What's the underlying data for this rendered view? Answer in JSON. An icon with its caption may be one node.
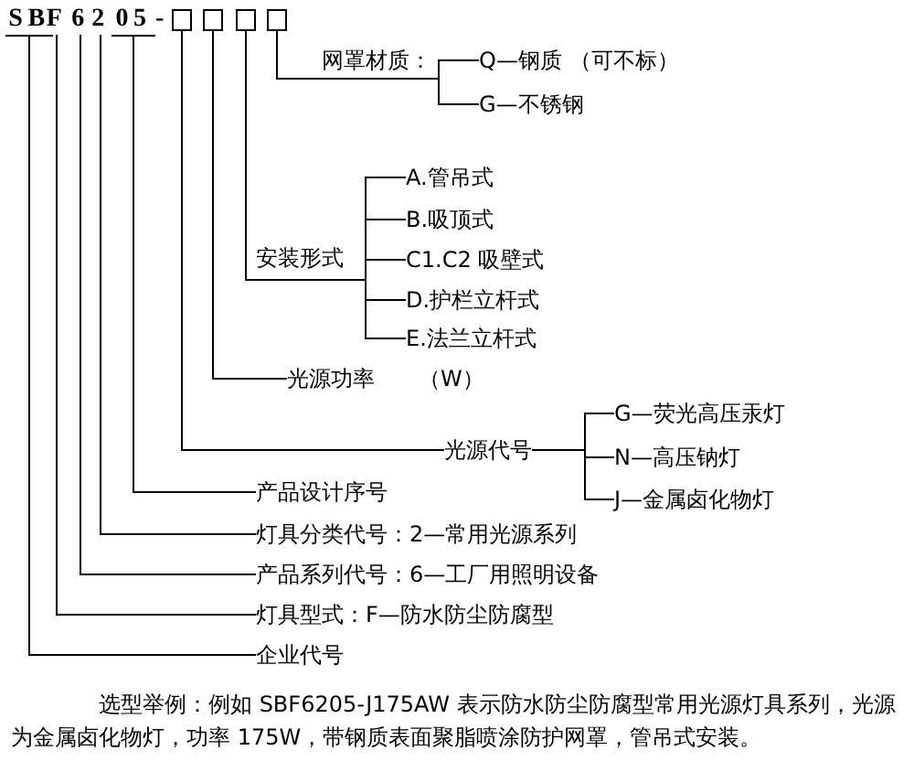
{
  "diagram": {
    "caption": "选型举例：例如 SBF6205-J175AW 表示防水防尘防腐型常用光源灯具系列，光源为金属卤化物灯，功率 175W，带钢质表面聚脂喷涂防护网罩，管吊式安装。",
    "nodes": [
      {
        "text": [
          "SB"
        ]
      },
      {
        "text": [
          "F"
        ]
      },
      {
        "text": [
          "6"
        ]
      },
      {
        "text": [
          "2"
        ]
      },
      {
        "text": [
          "05"
        ]
      },
      {
        "text": [],
        "shape": "box"
      },
      {
        "text": [],
        "shape": "box"
      },
      {
        "text": [],
        "shape": "box"
      },
      {
        "text": [],
        "shape": "box"
      },
      {
        "text": [
          "Q—钢质 （可不标）"
        ]
      },
      {
        "text": [
          "G—不锈钢"
        ]
      },
      {
        "text": [
          "A.管吊式"
        ]
      },
      {
        "text": [
          "B.吸顶式"
        ]
      },
      {
        "text": [
          "C1.C2 吸壁式"
        ]
      },
      {
        "text": [
          "D.护栏立杆式"
        ]
      },
      {
        "text": [
          "E.法兰立杆式"
        ]
      },
      {
        "text": [
          "光源功率",
          "（W）"
        ]
      },
      {
        "text": [
          "光源代号"
        ]
      },
      {
        "text": [
          "G—荧光高压汞灯"
        ]
      },
      {
        "text": [
          "N—高压钠灯"
        ]
      },
      {
        "text": [
          "J—金属卤化物灯"
        ]
      },
      {
        "text": [
          "产品设计序号"
        ]
      },
      {
        "text": [
          "灯具分类代号：2—常用光源系列"
        ]
      },
      {
        "text": [
          "产品系列代号：6—工厂用照明设备"
        ]
      },
      {
        "text": [
          "灯具型式：F—防水防尘防腐型"
        ]
      },
      {
        "text": [
          "企业代号"
        ]
      }
    ],
    "edges": [
      {
        "from": 8,
        "to": 9,
        "arrow": "none"
      },
      {
        "from": 8,
        "to": 10,
        "arrow": "none"
      },
      {
        "from": 7,
        "to": 11,
        "arrow": "none"
      },
      {
        "from": 7,
        "to": 12,
        "arrow": "none"
      },
      {
        "from": 7,
        "to": 13,
        "arrow": "none"
      },
      {
        "from": 7,
        "to": 14,
        "arrow": "none"
      },
      {
        "from": 7,
        "to": 15,
        "arrow": "none"
      },
      {
        "from": 6,
        "to": 16,
        "arrow": "none"
      },
      {
        "from": 5,
        "to": 17,
        "arrow": "none"
      },
      {
        "from": 17,
        "to": 18,
        "arrow": "none"
      },
      {
        "from": 17,
        "to": 19,
        "arrow": "none"
      },
      {
        "from": 17,
        "to": 20,
        "arrow": "none"
      },
      {
        "from": 4,
        "to": 21,
        "arrow": "none"
      },
      {
        "from": 3,
        "to": 22,
        "arrow": "none"
      },
      {
        "from": 2,
        "to": 23,
        "arrow": "none"
      },
      {
        "from": 1,
        "to": 24,
        "arrow": "none"
      },
      {
        "from": 0,
        "to": 25,
        "arrow": "none"
      }
    ],
    "labels": [
      "-",
      "网罩材质：",
      "安装形式"
    ]
  }
}
